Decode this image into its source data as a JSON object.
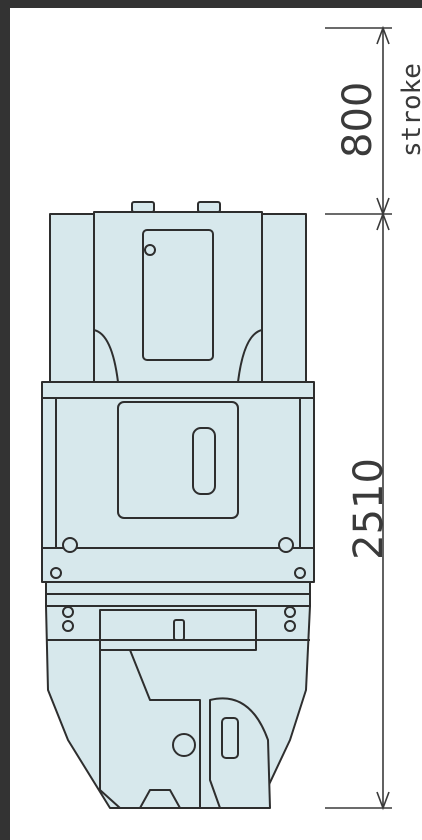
{
  "dimensions": {
    "stroke_value": "800",
    "stroke_label": "stroke",
    "height_value": "2510"
  },
  "colors": {
    "fill": "#d7e8ec",
    "outline": "#2e2e2e",
    "dimension_line": "#3a3a3a",
    "frame": "#333333"
  }
}
